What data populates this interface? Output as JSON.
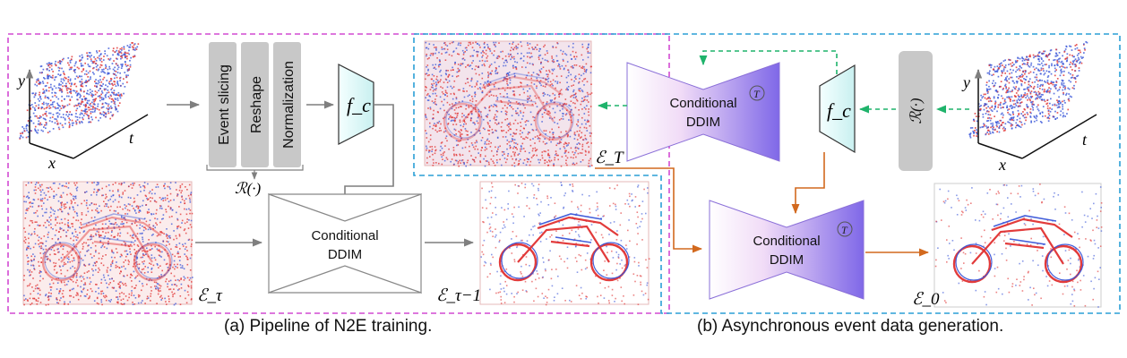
{
  "panel_a": {
    "caption": "(a) Pipeline of N2E training.",
    "axes": {
      "x": "x",
      "y": "y",
      "t": "t"
    },
    "preprocess": [
      "Event slicing",
      "Reshape",
      "Normalization"
    ],
    "reshape_op": "ℛ(·)",
    "encoder": "f_c",
    "ddim_line1": "Conditional",
    "ddim_line2": "DDIM",
    "noisy_label": "ℰ_τ",
    "denoised_label": "ℰ_τ−1"
  },
  "panel_b": {
    "caption": "(b) Asynchronous event data generation.",
    "axes": {
      "x": "x",
      "y": "y",
      "t": "t"
    },
    "reshape_op": "ℛ(·)",
    "encoder": "f_c",
    "ddim_top_line1": "Conditional",
    "ddim_top_line2": "DDIM",
    "loop_badge": "T",
    "ddim_bottom_line1": "Conditional",
    "ddim_bottom_line2": "DDIM",
    "noise_label": "ℰ_T",
    "output_label": "ℰ_0"
  },
  "colors": {
    "panel_a_border": "#d24ad2",
    "panel_b_border": "#2a9fd6",
    "flow_gray": "#7f7f7f",
    "flow_green": "#1fb36b",
    "flow_orange": "#d2691e",
    "encoder_fill": "#dff7f7",
    "ddim_fill_start": "#ffffff",
    "ddim_fill_end": "#7f68e8",
    "preprocess_fill": "#c8c8c8",
    "event_red": "#e03030",
    "event_blue": "#3a56d8"
  }
}
